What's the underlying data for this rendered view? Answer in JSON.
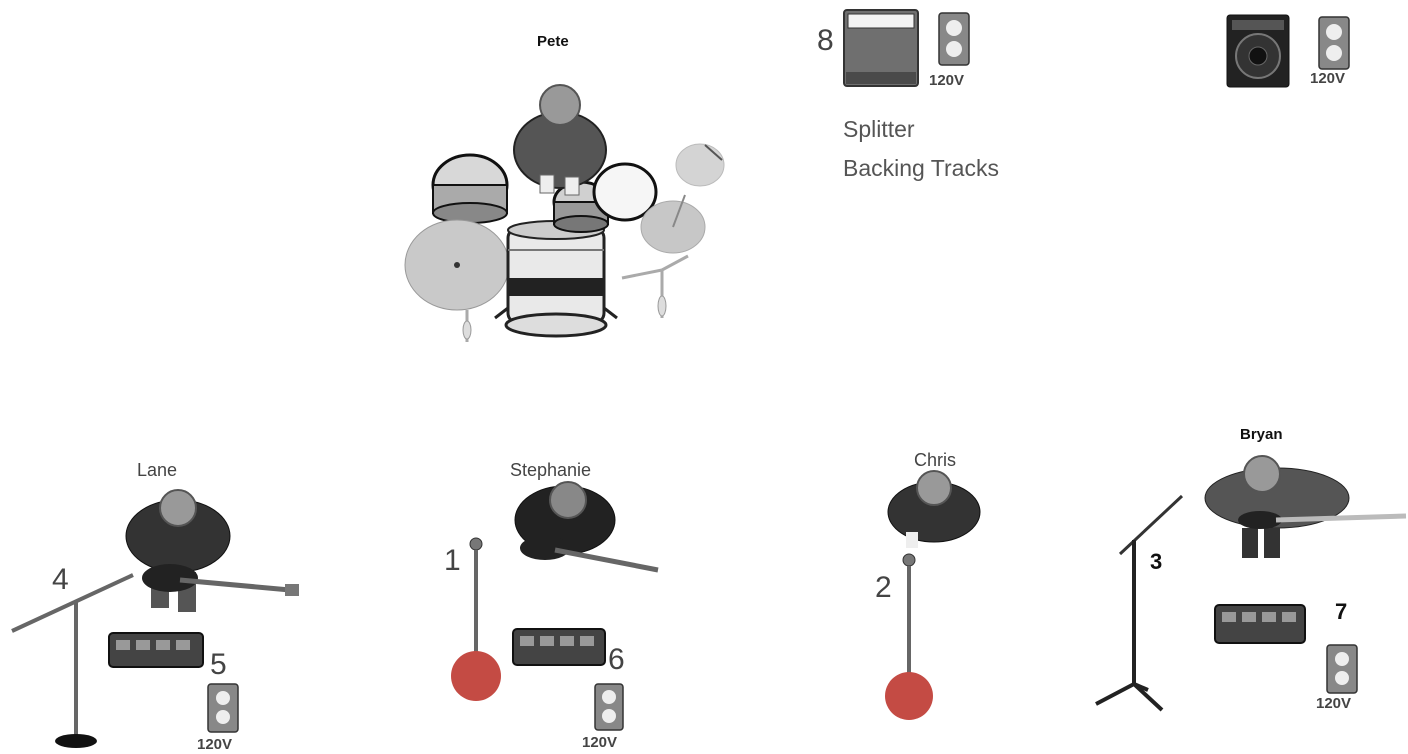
{
  "performers": {
    "drummer": "Pete",
    "left": "Lane",
    "center_left": "Stephanie",
    "center_right": "Chris",
    "right": "Bryan"
  },
  "mic_numbers": {
    "stephanie": "1",
    "chris": "2",
    "bryan": "3",
    "lane": "4"
  },
  "pedal_numbers": {
    "lane": "5",
    "stephanie": "6",
    "bryan": "7"
  },
  "amp_number": "8",
  "outlet_label": "120V",
  "notes": {
    "line1": "Splitter",
    "line2": "Backing Tracks"
  },
  "icons": [
    "drum-kit-icon",
    "person-icon",
    "mic-stand-icon",
    "boom-mic-stand-icon",
    "pedalboard-icon",
    "outlet-icon",
    "amp-icon",
    "speaker-icon",
    "guitar-icon"
  ]
}
